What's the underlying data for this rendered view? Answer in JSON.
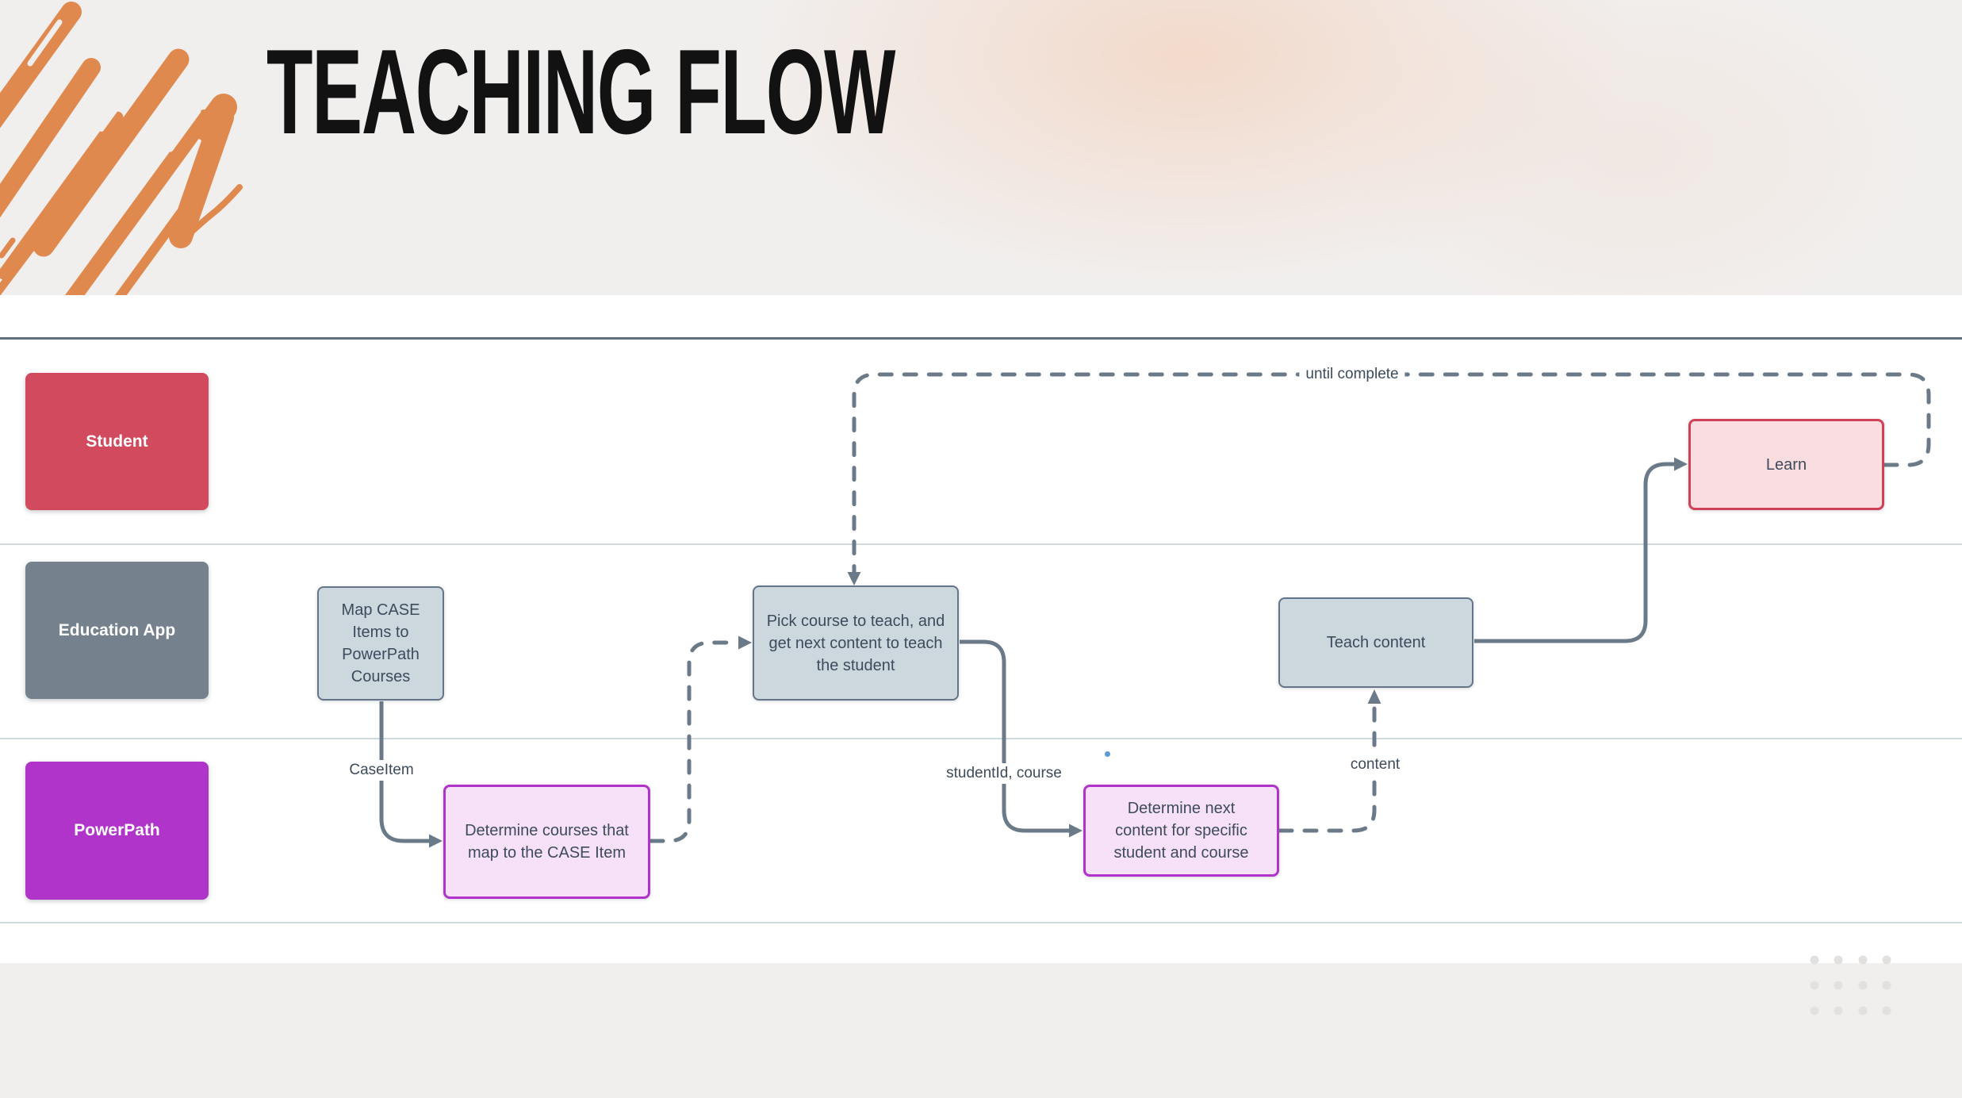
{
  "slide": {
    "title": "TEACHING FLOW"
  },
  "lanes": [
    {
      "label": "Student",
      "color": "#d14a5e"
    },
    {
      "label": "Education App",
      "color": "#75828e"
    },
    {
      "label": "PowerPath",
      "color": "#b134ca"
    }
  ],
  "nodes": [
    {
      "id": "map-case-items",
      "lane": "Education App",
      "label": "Map CASE Items to PowerPath Courses"
    },
    {
      "id": "pick-course",
      "lane": "Education App",
      "label": "Pick course to teach, and get next content to teach the student"
    },
    {
      "id": "teach-content",
      "lane": "Education App",
      "label": "Teach content"
    },
    {
      "id": "learn",
      "lane": "Student",
      "label": "Learn"
    },
    {
      "id": "determine-courses",
      "lane": "PowerPath",
      "label": "Determine courses that map to the CASE Item"
    },
    {
      "id": "determine-next-content",
      "lane": "PowerPath",
      "label": "Determine next content for specific student and course"
    }
  ],
  "edge_labels": [
    {
      "text": "until complete"
    },
    {
      "text": "CaseItem"
    },
    {
      "text": "studentId, course"
    },
    {
      "text": "content"
    }
  ],
  "colors": {
    "arrow": "#6b7a89",
    "node_gray_fill": "#cdd7de",
    "node_gray_border": "#64758a",
    "node_magenta_fill": "#f7e1f9",
    "node_magenta_border": "#b233cb",
    "node_red_fill": "#f9dde1",
    "node_red_border": "#cf4156",
    "lane_student": "#d14a5e",
    "lane_education_app": "#75828e",
    "lane_powerpath": "#b134ca",
    "brush_orange": "#e0894f",
    "canvas": "#ffffff",
    "background": "#f1efee"
  }
}
